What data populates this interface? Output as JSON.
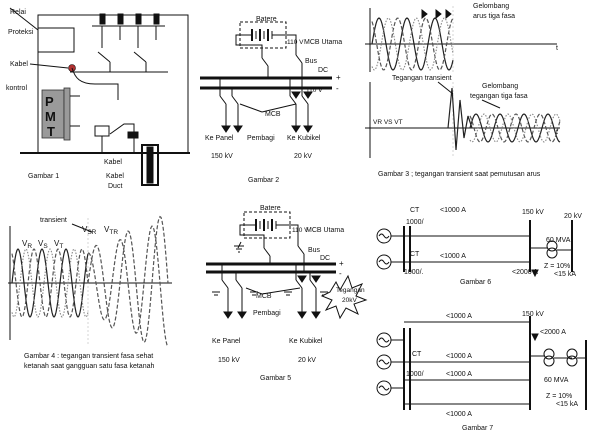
{
  "figures": {
    "gambar1": {
      "caption": "Gambar 1",
      "relai": "Relai",
      "proteksi": "Proteksi",
      "kabel": "Kabel",
      "kontrol": "kontrol",
      "pmt": "P M T",
      "kabel2": "Kabel",
      "kabel_duct_1": "Kabel",
      "kabel_duct_2": "Duct"
    },
    "gambar2": {
      "caption": "Gambar 2",
      "batere": "Batere",
      "v110": "110 V",
      "mcb_utama": "MCB Utama",
      "bus": "Bus",
      "dc": "DC",
      "plus": "+",
      "minus": "-",
      "mcb": "MCB",
      "ke_panel": "Ke Panel",
      "pembagi": "Pembagi",
      "ke_kubikel": "Ke Kubikel",
      "kv150": "150 kV",
      "kv20": "20 kV"
    },
    "gambar3": {
      "caption": "Gambar 3 ; tegangan transient saat pemutusan arus",
      "gelombang_arus_1": "Gelombang",
      "gelombang_arus_2": "arus tiga fasa",
      "t_label": "t",
      "tegangan_transient": "Tegangan transient",
      "gelombang_tegangan_1": "Gelombang",
      "gelombang_tegangan_2": "tegangan tiga fasa",
      "phase_labels": "VR VS VT"
    },
    "gambar4": {
      "caption_1": "Gambar 4 :  tegangan transient fasa sehat",
      "caption_2": "ketanah  saat gangguan satu fasa ketanah",
      "transient": "transient",
      "vsr": "V",
      "vsr_sub": "SR",
      "vtr": "V",
      "vtr_sub": "TR",
      "vr": "V",
      "vr_sub": "R",
      "vs": "V",
      "vs_sub": "S",
      "vt": "V",
      "vt_sub": "T"
    },
    "gambar5": {
      "caption": "Gambar 5",
      "batere": "Batere",
      "v110": "110 V",
      "mcb_utama": "MCB Utama",
      "bus": "Bus",
      "dc": "DC",
      "plus": "+",
      "minus": "-",
      "mcb": "MCB",
      "pembagi": "Pembagi",
      "ke_panel": "Ke Panel",
      "ke_kubikel": "Ke Kubikel",
      "kv150": "150 kV",
      "kv20": "20 kV",
      "tegangan": "Tegangan",
      "kv20b": "20kV"
    },
    "gambar6": {
      "caption": "Gambar 6",
      "kv150": "150 kV",
      "kv20": "20 kV",
      "ct_1": "CT",
      "ratio_1": "1000/",
      "ct_2": "CT",
      "ratio_2": "1000/.",
      "i_1": "<1000 A",
      "i_2": "<1000 A",
      "i_3": "<2000 A",
      "mva": "60 MVA",
      "z": "Z = 10%",
      "ka": "<15 kA"
    },
    "gambar7": {
      "caption": "Gambar 7",
      "kv150": "150 kV",
      "ct": "CT",
      "ratio": "1000/",
      "i_1": "<1000 A",
      "i_2": "<2000 A",
      "i_3": "<1000 A",
      "i_4": "<1000 A",
      "i_5": "<1000 A",
      "mva": "60 MVA",
      "z": "Z = 10%",
      "ka": "<15 kA"
    }
  }
}
